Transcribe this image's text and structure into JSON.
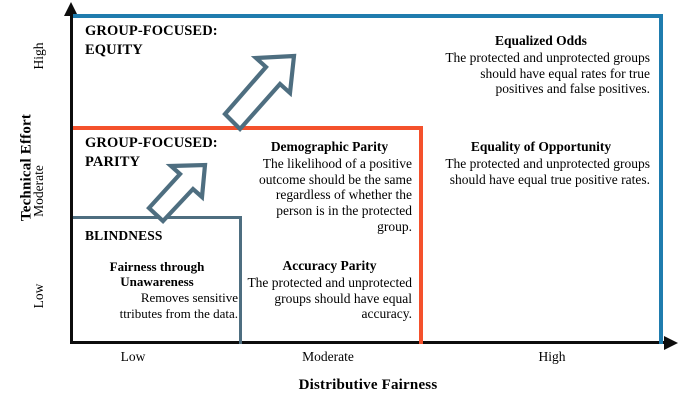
{
  "axes": {
    "y_title": "Technical Effort",
    "x_title": "Distributive Fairness",
    "y_ticks": [
      "High",
      "Moderate",
      "Low"
    ],
    "x_ticks": [
      "Low",
      "Moderate",
      "High"
    ]
  },
  "zones": {
    "equity": {
      "heading": "GROUP-FOCUSED:\nEQUITY",
      "color": "#1f7cae"
    },
    "parity": {
      "heading": "GROUP-FOCUSED:\nPARITY",
      "color": "#f4512c"
    },
    "blindness": {
      "heading": "BLINDNESS",
      "color": "#4e6e80"
    }
  },
  "concepts": {
    "demographic_parity": {
      "title": "Demographic Parity",
      "body": "The likelihood of a positive outcome should be the same regardless of whether the person is in the protected group."
    },
    "accuracy_parity": {
      "title": "Accuracy Parity",
      "body": "The protected and unprotected groups should have equal accuracy."
    },
    "equalized_odds": {
      "title": "Equalized Odds",
      "body": "The protected and unprotected groups should have equal rates for true positives and false positives."
    },
    "equality_of_opportunity": {
      "title": "Equality of Opportunity",
      "body": "The protected and unprotected groups should have equal true positive rates."
    },
    "fairness_through_unawareness": {
      "title": "Fairness through Unawareness",
      "body_line1": "Removes sensitive",
      "body_line2": "ttributes from the data."
    }
  },
  "arrows": {
    "upper": "progression-arrow-parity-to-equity",
    "lower": "progression-arrow-blindness-to-parity",
    "color": "#4e6e80"
  },
  "chart_data": {
    "type": "scatter",
    "title": "",
    "xlabel": "Distributive Fairness",
    "ylabel": "Technical Effort",
    "x_categories": [
      "Low",
      "Moderate",
      "High"
    ],
    "y_categories": [
      "Low",
      "Moderate",
      "High"
    ],
    "grid": false,
    "legend": "none",
    "regions": [
      {
        "name": "BLINDNESS",
        "x_range": [
          "Low",
          "Low"
        ],
        "y_range": [
          "Low",
          "Low"
        ],
        "color": "#4e6e80",
        "items": [
          "Fairness through Unawareness"
        ]
      },
      {
        "name": "GROUP-FOCUSED: PARITY",
        "x_range": [
          "Low",
          "Moderate"
        ],
        "y_range": [
          "Low",
          "Moderate"
        ],
        "color": "#f4512c",
        "items": [
          "Demographic Parity",
          "Accuracy Parity"
        ]
      },
      {
        "name": "GROUP-FOCUSED: EQUITY",
        "x_range": [
          "Low",
          "High"
        ],
        "y_range": [
          "Low",
          "High"
        ],
        "color": "#1f7cae",
        "items": [
          "Equalized Odds",
          "Equality of Opportunity"
        ]
      }
    ]
  }
}
